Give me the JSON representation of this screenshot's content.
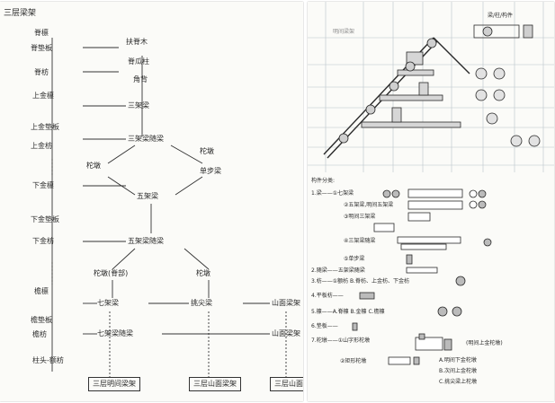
{
  "left_sheet": {
    "title": "三层梁架",
    "left_column": [
      "脊檩",
      "脊垫板",
      "脊枋",
      "上金檩",
      "上金垫板",
      "上金枋",
      "下金檩",
      "下金垫板",
      "下金枋",
      "檐檩",
      "檐垫板",
      "檐枋",
      "柱头-额枋"
    ],
    "center_chain": [
      "扶脊木",
      "脊瓜柱",
      "角背",
      "三架梁",
      "三架梁随梁",
      "五架梁",
      "五架梁随梁",
      "七架梁",
      "七架梁随梁"
    ],
    "branch_labels": [
      "柁墩",
      "柁墩",
      "单步梁",
      "柁墩(脊部)",
      "柁墩",
      "挑尖梁",
      "山面梁架",
      "山面梁架"
    ],
    "bottom_labels": [
      "三层明间梁架",
      "三层山面梁架",
      "三层山面"
    ]
  },
  "right_sheet": {
    "top_note": "梁/柱/构件",
    "dim_left_label": "明间梁架",
    "cross_section_title": "构件分类:",
    "items": [
      "1.梁——①七架梁",
      "②五架梁,明间五架梁",
      "③明间三架梁",
      "④三架梁随梁",
      "⑤单步梁",
      "2.随梁——五架梁随梁",
      "3.枋——①额枋 B.脊枋、上金枋、下金枋",
      "4.平板枋——",
      "5.檩——A.脊檩 B.金檩 C.檐檩",
      "6.垫板——",
      "7.柁墩——①山字形柁墩",
      "②矩形柁墩",
      "(明间上金柁墩)",
      "A.明间下金柁墩",
      "B.次间上金柁墩",
      "C.挑尖梁上柁墩"
    ]
  },
  "colors": {
    "ink": "#2a2a2a",
    "grid": "#b9c4c9",
    "paper": "#fbfbf8"
  }
}
